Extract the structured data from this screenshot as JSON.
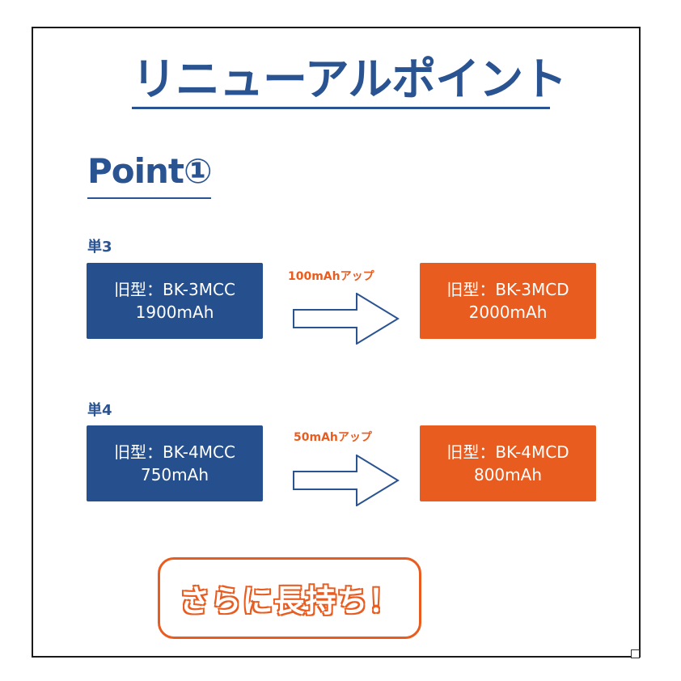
{
  "title": "リニューアルポイント",
  "point_label": "Point①",
  "comparisons": [
    {
      "section": "単3",
      "old": {
        "model": "旧型：BK-3MCC",
        "capacity": "1900mAh"
      },
      "upgrade": "100mAhアップ",
      "new": {
        "model": "旧型：BK-3MCD",
        "capacity": "2000mAh"
      }
    },
    {
      "section": "単4",
      "old": {
        "model": "旧型：BK-4MCC",
        "capacity": "750mAh"
      },
      "upgrade": "50mAhアップ",
      "new": {
        "model": "旧型：BK-4MCD",
        "capacity": "800mAh"
      }
    }
  ],
  "cta": "さらに長持ち！",
  "colors": {
    "brand_blue": "#254f8d",
    "accent_orange": "#e95c20"
  }
}
